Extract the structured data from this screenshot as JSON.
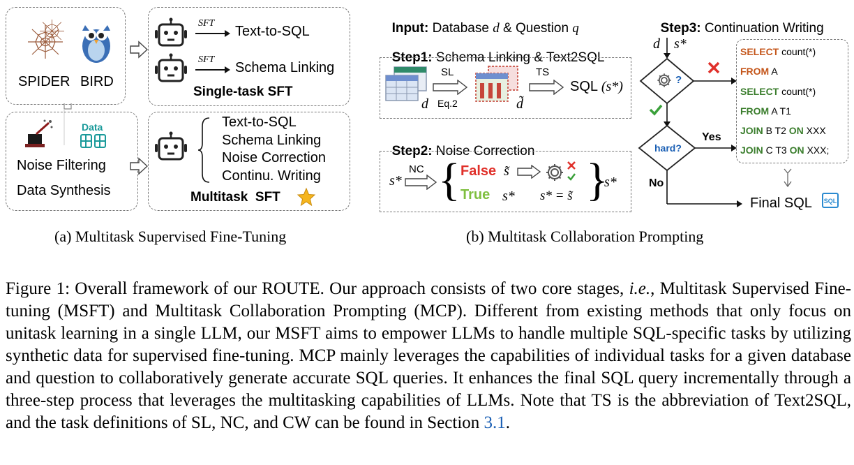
{
  "panel_a": {
    "datasets": [
      "SPIDER",
      "BIRD"
    ],
    "sft_small": "SFT",
    "task1": "Text-to-SQL",
    "task2": "Schema Linking",
    "single_title": "Single-task SFT",
    "data_icon_label": "Data",
    "data_lines": [
      "Noise Filtering",
      "Data Synthesis"
    ],
    "multi_tasks": [
      "Text-to-SQL",
      "Schema Linking",
      "Noise Correction",
      "Continu. Writing"
    ],
    "multi_title": "Multitask  SFT",
    "caption": "(a) Multitask Supervised Fine-Tuning"
  },
  "panel_b": {
    "input_bold": "Input:",
    "input_a": "Database",
    "input_d": "d",
    "input_b": "& Question",
    "input_q": "q",
    "step1_bold": "Step1:",
    "step1_text": "Schema Linking & Text2SQL",
    "sl": "SL",
    "eq": "Eq.2",
    "ts": "TS",
    "sql_out": "SQL",
    "sql_sym": "(s*)",
    "d_sym": "d",
    "d_tilde": "d̃",
    "step2_bold": "Step2:",
    "step2_text": "Noise Correction",
    "s_star": "s*",
    "nc": "NC",
    "false_word": "False",
    "s_tilde": "s̃",
    "true_word": "True",
    "eq_s": "s* = s̃",
    "step3_bold": "Step3:",
    "step3_text": "Continuation Writing",
    "d_s": "d",
    "flow_s": "s*",
    "q_mark": "?",
    "hard": "hard?",
    "yes": "Yes",
    "no": "No",
    "final": "Final SQL",
    "sql_badge": "SQL",
    "sql_lines": [
      {
        "kw": "SELECT",
        "rest": " count(*)"
      },
      {
        "kw": "FROM",
        "rest": " A"
      },
      {
        "kw": "SELECT",
        "rest": " count(*)"
      },
      {
        "kw": "FROM",
        "rest": " A T1"
      },
      {
        "kw": "JOIN",
        "rest": " B T2 ",
        "kw2": "ON",
        "rest2": " XXX"
      },
      {
        "kw": "JOIN",
        "rest": " C T3 ",
        "kw2": "ON",
        "rest2": " XXX;"
      }
    ],
    "caption": "(b) Multitask Collaboration Prompting"
  },
  "figure_caption": {
    "label": "Figure 1: Overall framework of our ROUTE. Our approach consists of two core stages,",
    "ie": "i.e.",
    "text": ", Multitask Supervised Fine-tuning (MSFT) and Multitask Collaboration Prompting (MCP). Different from existing methods that only focus on unitask learning in a single LLM, our MSFT aims to empower LLMs to handle multiple SQL-specific tasks by utilizing synthetic data for supervised fine-tuning. MCP mainly leverages the capabilities of individual tasks for a given database and question to collaboratively generate accurate SQL queries. It enhances the final SQL query incrementally through a three-step process that leverages the multitasking capabilities of LLMs. Note that TS is the abbreviation of Text2SQL, and the task definitions of SL, NC, and CW can be found in Section",
    "ref": "3.1",
    "end": "."
  },
  "colors": {
    "accent_orange": "#c4561b",
    "accent_green": "#3a7d2c",
    "false_red": "#e0302a",
    "true_green": "#7fbf3f",
    "link_blue": "#1a5fb4"
  }
}
